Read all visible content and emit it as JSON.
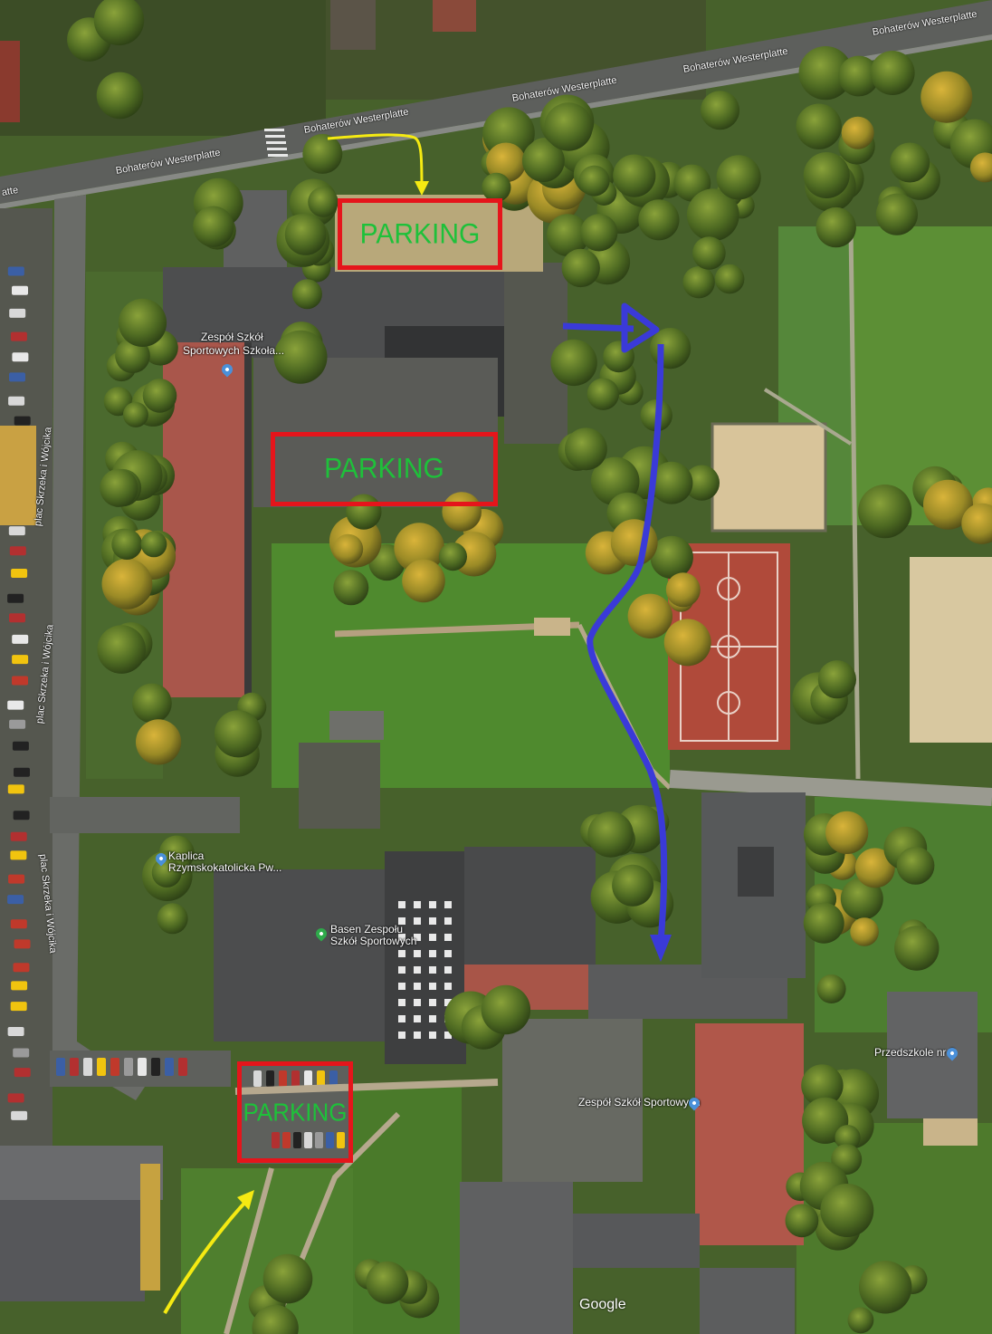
{
  "map": {
    "roads": {
      "bohaterow_1": "Bohaterów Westerplatte",
      "bohaterow_2": "Bohaterów Westerplatte",
      "bohaterow_3": "Bohaterów Westerplatte",
      "bohaterow_4": "Bohaterów Westerplatte",
      "bohaterow_5": "Bohaterów Westerplatte",
      "bohaterow_edge": "atte",
      "plac_1": "plac Skrzeka i Wójcika",
      "plac_2": "plac Skrzeka i Wójcika",
      "plac_3": "plac Skrzeka i Wójcika"
    },
    "places": {
      "zespol_top_line1": "Zespół Szkół",
      "zespol_top_line2": "Sportowych  Szkoła...",
      "kaplica_line1": "Kaplica",
      "kaplica_line2": "Rzymskokatolicka Pw...",
      "basen_line1": "Basen Zespołu",
      "basen_line2": "Szkół Sportowych",
      "zespol_bottom": "Zespół Szkół Sportowych",
      "przedszkole": "Przedszkole nr 2"
    },
    "parking": {
      "top": "PARKING",
      "middle": "PARKING",
      "bottom": "PARKING"
    },
    "attribution": "Google",
    "colors": {
      "parking_border": "#e5151b",
      "parking_text": "#1ec13a",
      "route_blue": "#3a3ad8",
      "route_yellow": "#f5ea12",
      "pin_blue": "#4a90d9",
      "pin_green": "#2eaa4a"
    }
  }
}
